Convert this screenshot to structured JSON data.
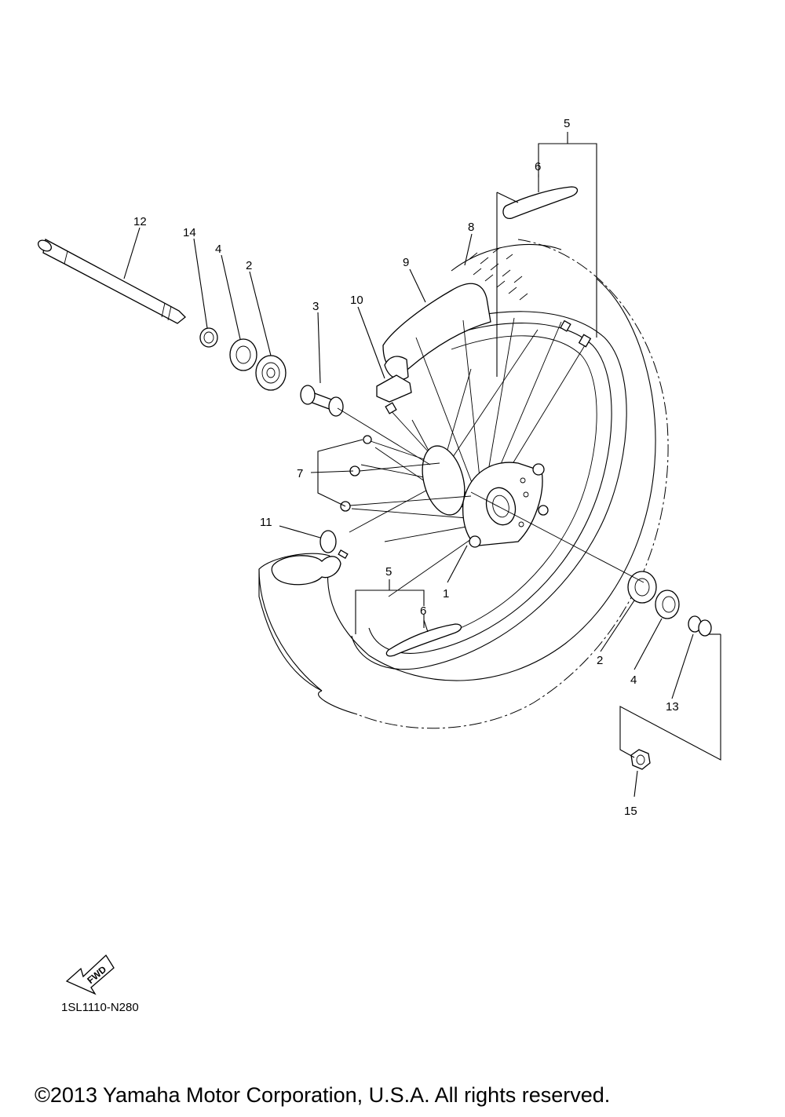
{
  "diagram": {
    "callouts": {
      "c1": "1",
      "c2a": "2",
      "c2b": "2",
      "c3": "3",
      "c4a": "4",
      "c4b": "4",
      "c5a": "5",
      "c5b": "5",
      "c6a": "6",
      "c6b": "6",
      "c7": "7",
      "c8": "8",
      "c9": "9",
      "c10": "10",
      "c11": "11",
      "c12": "12",
      "c13": "13",
      "c14": "14",
      "c15": "15"
    },
    "fwd_label": "FWD",
    "diagram_code": "1SL1110-N280",
    "copyright": "©2013 Yamaha Motor Corporation, U.S.A. All rights reserved."
  }
}
